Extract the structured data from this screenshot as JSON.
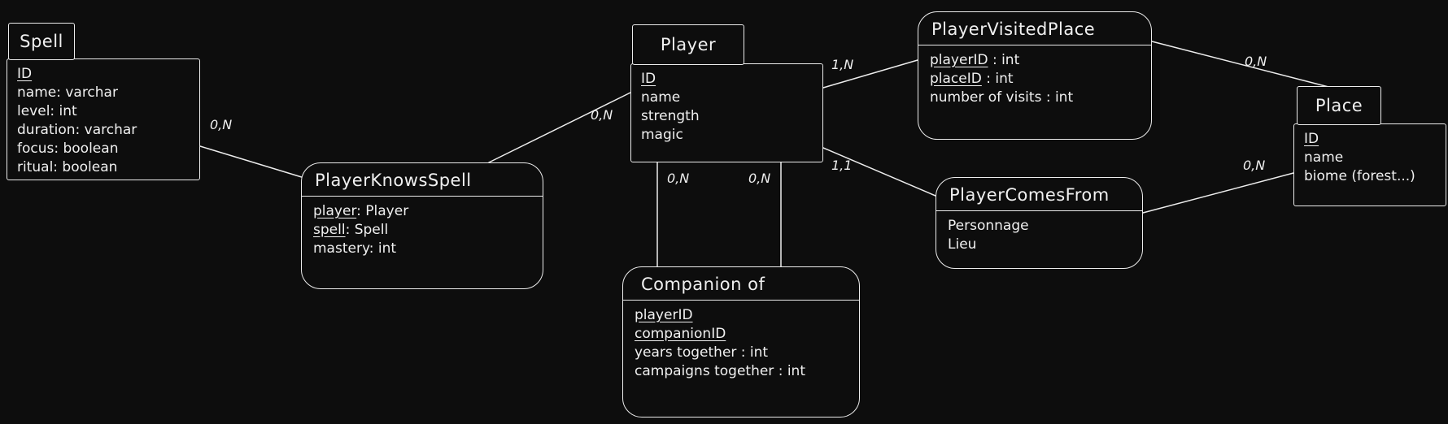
{
  "entities": {
    "spell": {
      "title": "Spell",
      "attributes": [
        {
          "key": "ID",
          "rest": ""
        },
        {
          "key": "",
          "rest": "name: varchar"
        },
        {
          "key": "",
          "rest": "level: int"
        },
        {
          "key": "",
          "rest": "duration: varchar"
        },
        {
          "key": "",
          "rest": "focus: boolean"
        },
        {
          "key": "",
          "rest": "ritual: boolean"
        }
      ]
    },
    "playerKnowsSpell": {
      "title": "PlayerKnowsSpell",
      "attributes": [
        {
          "key": "player",
          "rest": ": Player"
        },
        {
          "key": "spell",
          "rest": ": Spell"
        },
        {
          "key": "",
          "rest": "mastery: int"
        }
      ]
    },
    "player": {
      "title": "Player",
      "attributes": [
        {
          "key": "ID",
          "rest": ""
        },
        {
          "key": "",
          "rest": "name"
        },
        {
          "key": "",
          "rest": "strength"
        },
        {
          "key": "",
          "rest": "magic"
        }
      ]
    },
    "playerVisitedPlace": {
      "title": "PlayerVisitedPlace",
      "attributes": [
        {
          "key": "playerID",
          "rest": " : int"
        },
        {
          "key": "placeID",
          "rest": " : int"
        },
        {
          "key": "",
          "rest": "number of visits : int"
        }
      ]
    },
    "place": {
      "title": "Place",
      "attributes": [
        {
          "key": "ID",
          "rest": ""
        },
        {
          "key": "",
          "rest": "name"
        },
        {
          "key": "",
          "rest": "biome (forest...)"
        }
      ]
    },
    "playerComesFrom": {
      "title": "PlayerComesFrom",
      "attributes": [
        {
          "key": "",
          "rest": "Personnage"
        },
        {
          "key": "",
          "rest": "Lieu"
        }
      ]
    },
    "companionOf": {
      "title": "Companion of",
      "attributes": [
        {
          "key": "playerID",
          "rest": ""
        },
        {
          "key": "companionID",
          "rest": ""
        },
        {
          "key": "",
          "rest": "years together : int"
        },
        {
          "key": "",
          "rest": "campaigns together : int"
        }
      ]
    }
  },
  "cardinalities": {
    "spell_knows": "0,N",
    "knows_player": "0,N",
    "player_visited": "1,N",
    "visited_place": "0,N",
    "player_comesfrom": "1,1",
    "comesfrom_place": "0,N",
    "companion_left": "0,N",
    "companion_right": "0,N"
  },
  "colors": {
    "background": "#0d0d0d",
    "stroke": "#ececec"
  }
}
